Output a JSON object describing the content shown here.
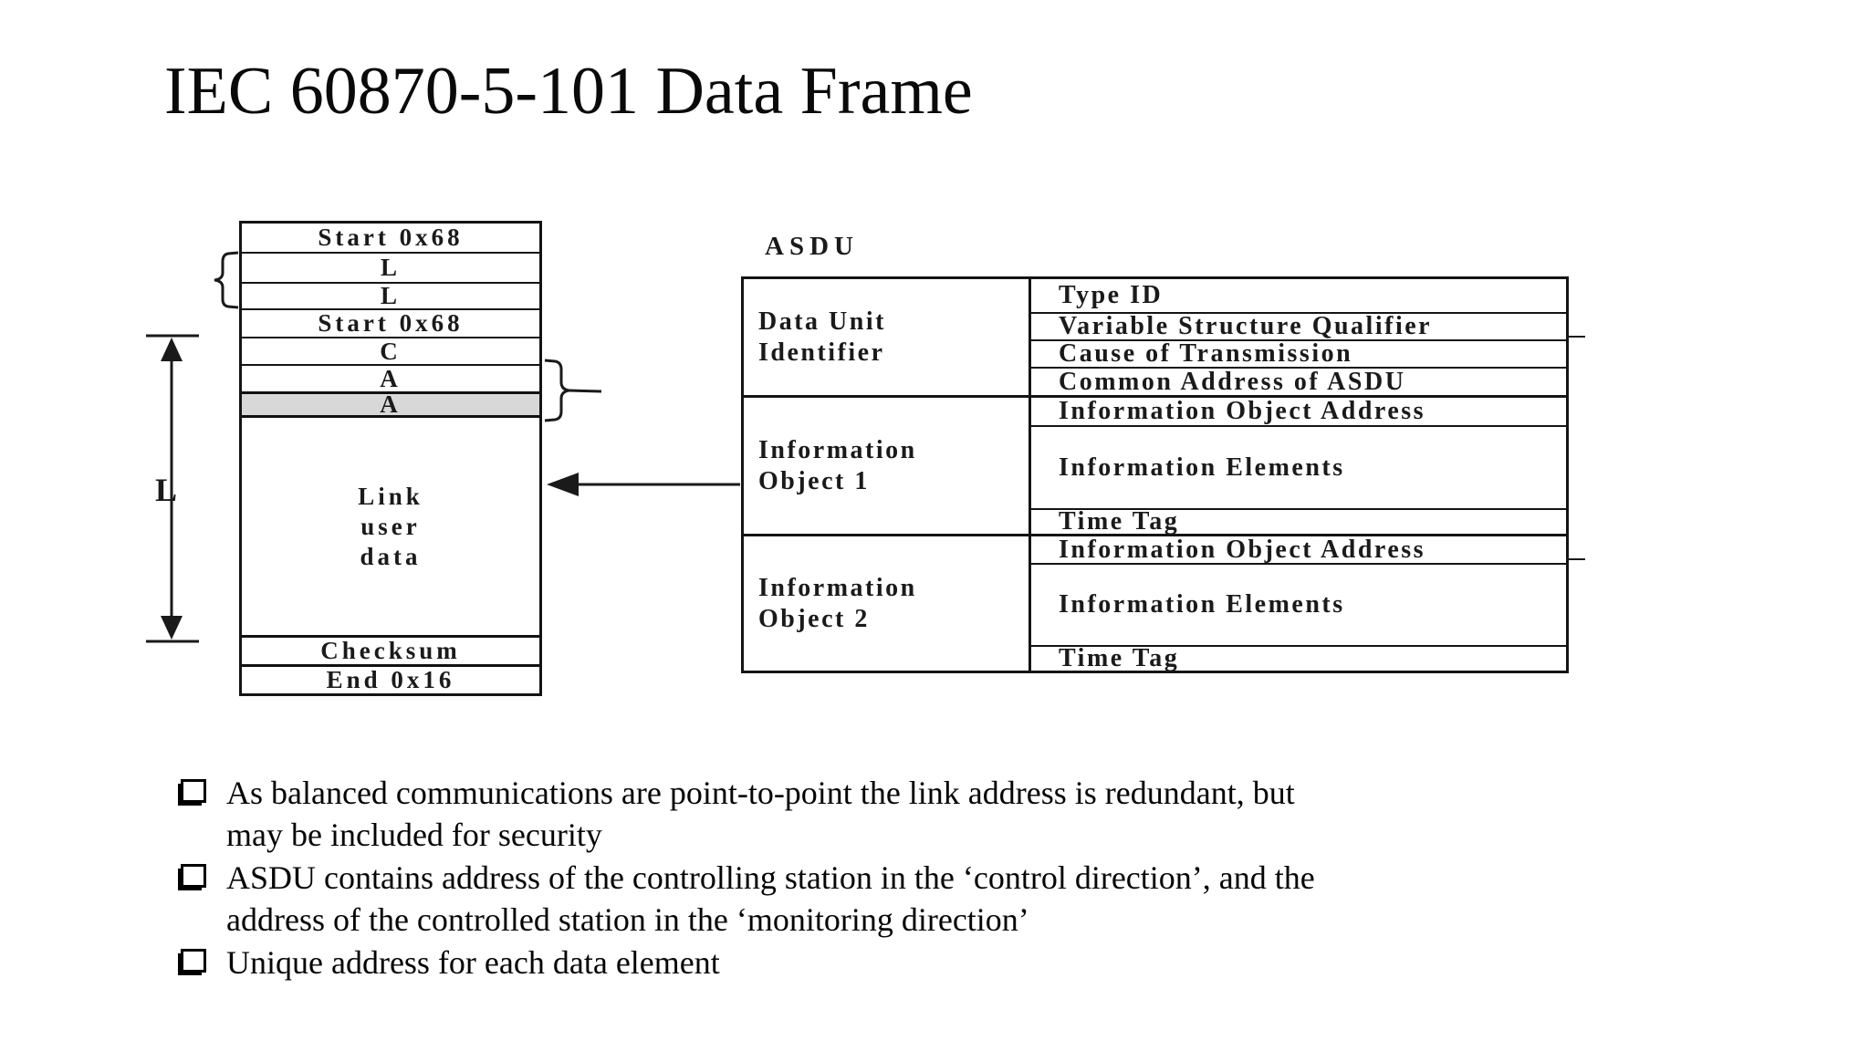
{
  "title": "IEC 60870-5-101 Data Frame",
  "frame_diagram": {
    "rows": [
      {
        "label": "Start 0x68"
      },
      {
        "label": "L"
      },
      {
        "label": "L"
      },
      {
        "label": "Start 0x68"
      },
      {
        "label": "C"
      },
      {
        "label": "A"
      },
      {
        "label": "A"
      },
      {
        "label": "Link\nuser\ndata"
      },
      {
        "label": "Checksum"
      },
      {
        "label": "End 0x16"
      }
    ],
    "length_arrow_label": "L",
    "shaded_row_color": "#d8d8d8"
  },
  "asdu": {
    "heading": "ASDU",
    "groups": [
      {
        "label": "Data Unit\nIdentifier",
        "rows": [
          "Type ID",
          "Variable Structure Qualifier",
          "Cause of Transmission",
          "Common Address of ASDU"
        ]
      },
      {
        "label": "Information\nObject 1",
        "rows": [
          "Information Object Address",
          "Information Elements",
          "Time Tag"
        ]
      },
      {
        "label": "Information\nObject 2",
        "rows": [
          "Information Object Address",
          "Information Elements",
          "Time Tag"
        ]
      }
    ]
  },
  "bullets": [
    {
      "text": "As balanced communications are point-to-point the link address is redundant, but\nmay be included for security"
    },
    {
      "text": "ASDU contains address of the controlling station in the ‘control direction’, and the\naddress of the controlled station in the ‘monitoring direction’"
    },
    {
      "text": "Unique address for each data element"
    }
  ],
  "colors": {
    "line": "#141414",
    "text": "#000000",
    "background": "#ffffff",
    "shaded_row": "#d8d8d8"
  }
}
